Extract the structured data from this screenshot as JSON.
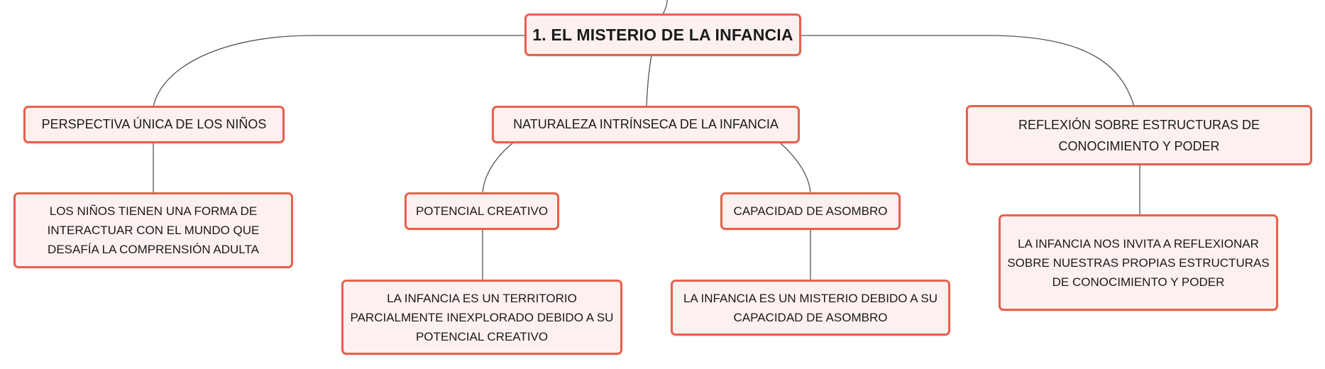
{
  "colors": {
    "node_fill": "#fdf1ef",
    "node_border": "#e8604c",
    "connector": "#555555"
  },
  "root": {
    "label": "1. EL MISTERIO DE LA INFANCIA"
  },
  "branches": [
    {
      "label": "PERSPECTIVA ÚNICA DE LOS NIÑOS",
      "detail": "LOS NIÑOS TIENEN UNA FORMA DE INTERACTUAR CON EL MUNDO QUE DESAFÍA LA COMPRENSIÓN ADULTA"
    },
    {
      "label": "NATURALEZA INTRÍNSECA DE LA INFANCIA",
      "children": [
        {
          "label": "POTENCIAL CREATIVO",
          "detail": "LA INFANCIA ES UN TERRITORIO PARCIALMENTE INEXPLORADO DEBIDO A SU POTENCIAL CREATIVO"
        },
        {
          "label": "CAPACIDAD DE ASOMBRO",
          "detail": "LA INFANCIA ES UN MISTERIO DEBIDO A SU CAPACIDAD DE ASOMBRO"
        }
      ]
    },
    {
      "label": "REFLEXIÓN SOBRE ESTRUCTURAS DE CONOCIMIENTO Y PODER",
      "detail": "LA INFANCIA NOS INVITA A REFLEXIONAR SOBRE NUESTRAS PROPIAS ESTRUCTURAS DE CONOCIMIENTO Y PODER"
    }
  ]
}
